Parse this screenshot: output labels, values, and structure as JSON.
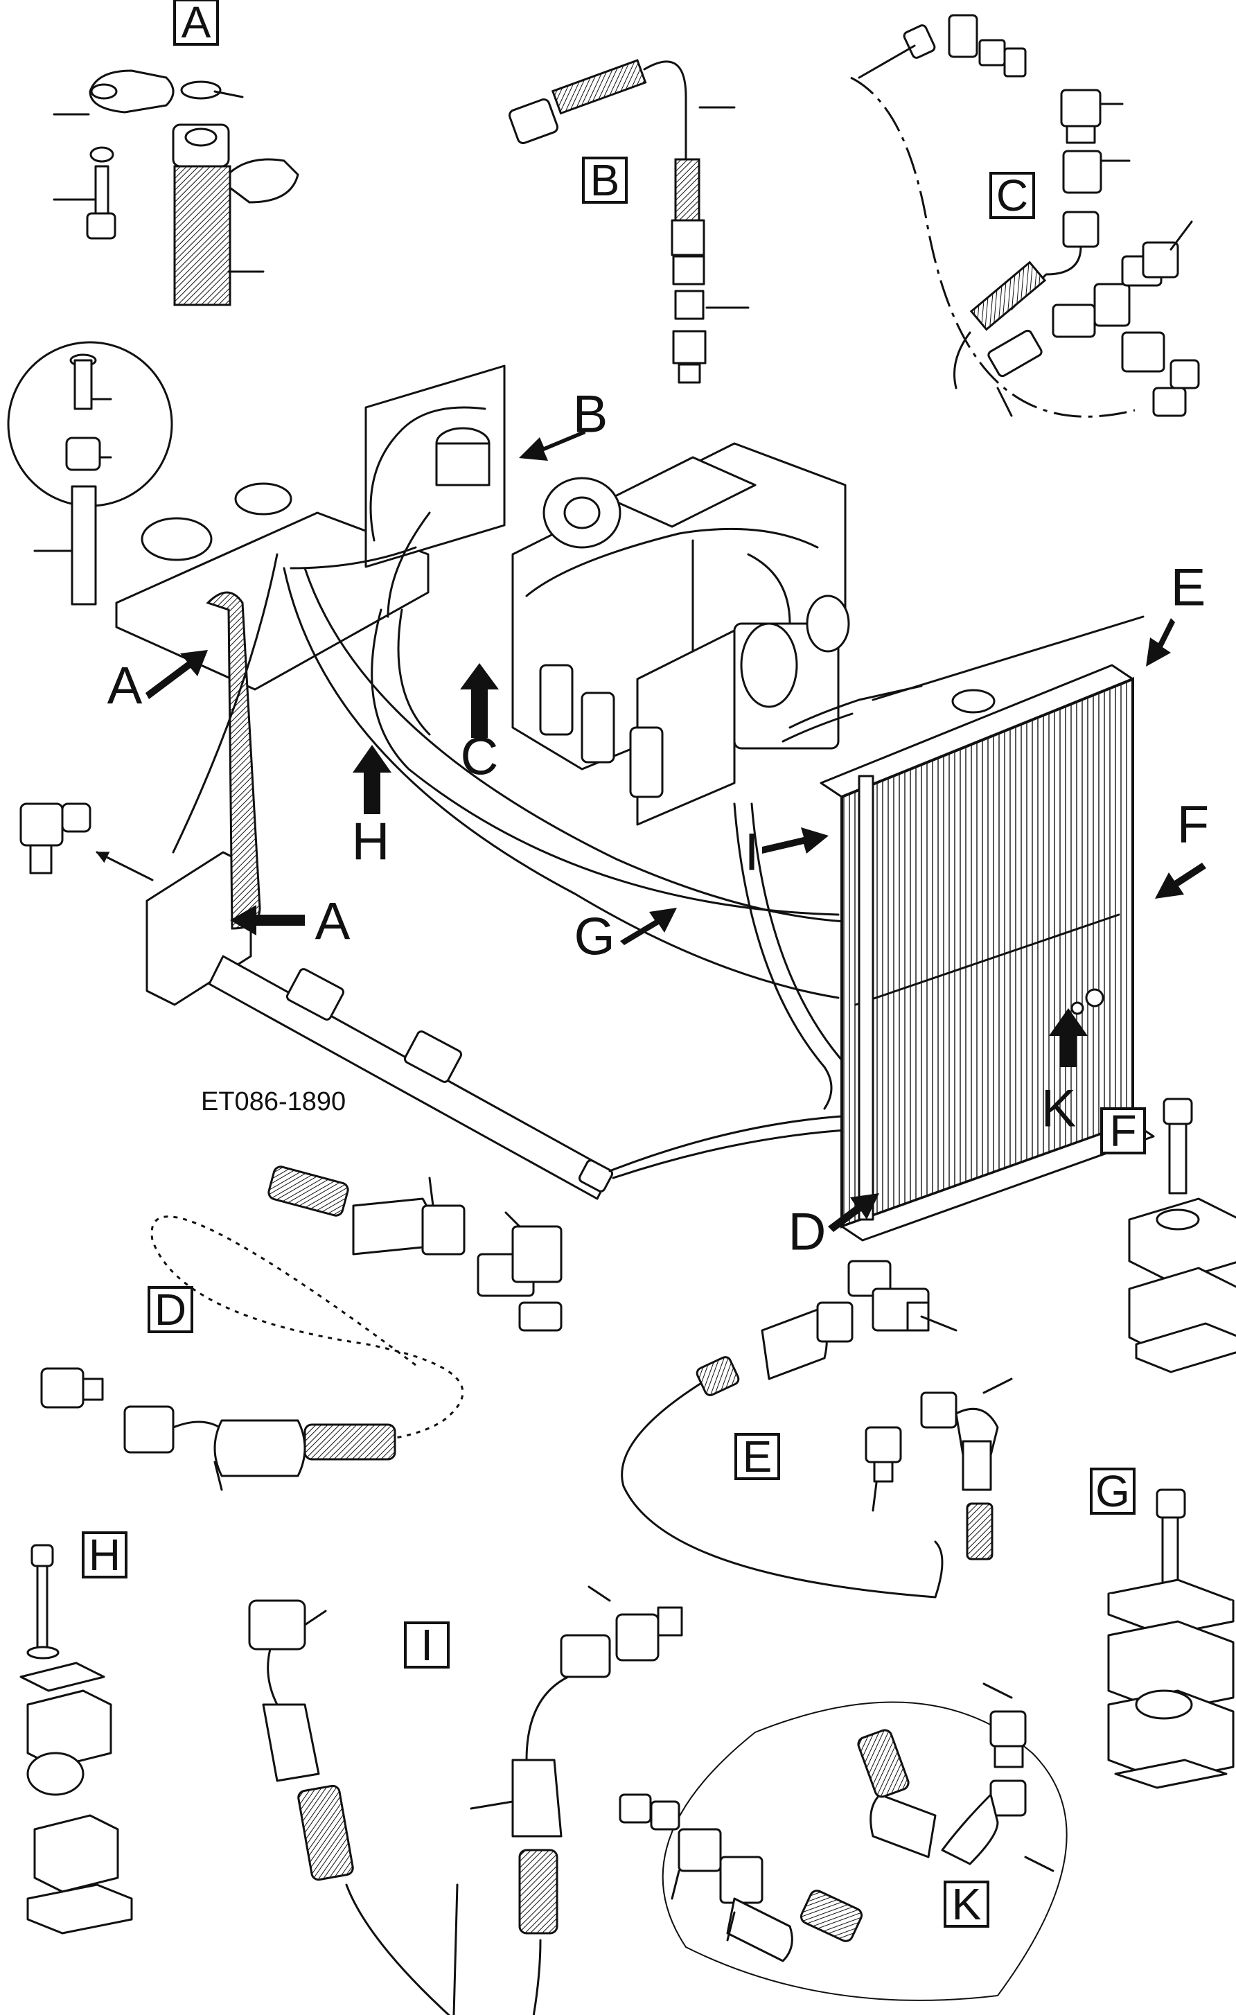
{
  "figure": {
    "code": "ET086-1890"
  },
  "detail_boxes": [
    "A",
    "B",
    "C",
    "D",
    "E",
    "F",
    "G",
    "H",
    "I",
    "K"
  ],
  "arrow_labels": {
    "a_upper": "A",
    "a_lower": "A",
    "b": "B",
    "c": "C",
    "d": "D",
    "e": "E",
    "f": "F",
    "g": "G",
    "h": "H",
    "i": "I",
    "k": "K"
  }
}
